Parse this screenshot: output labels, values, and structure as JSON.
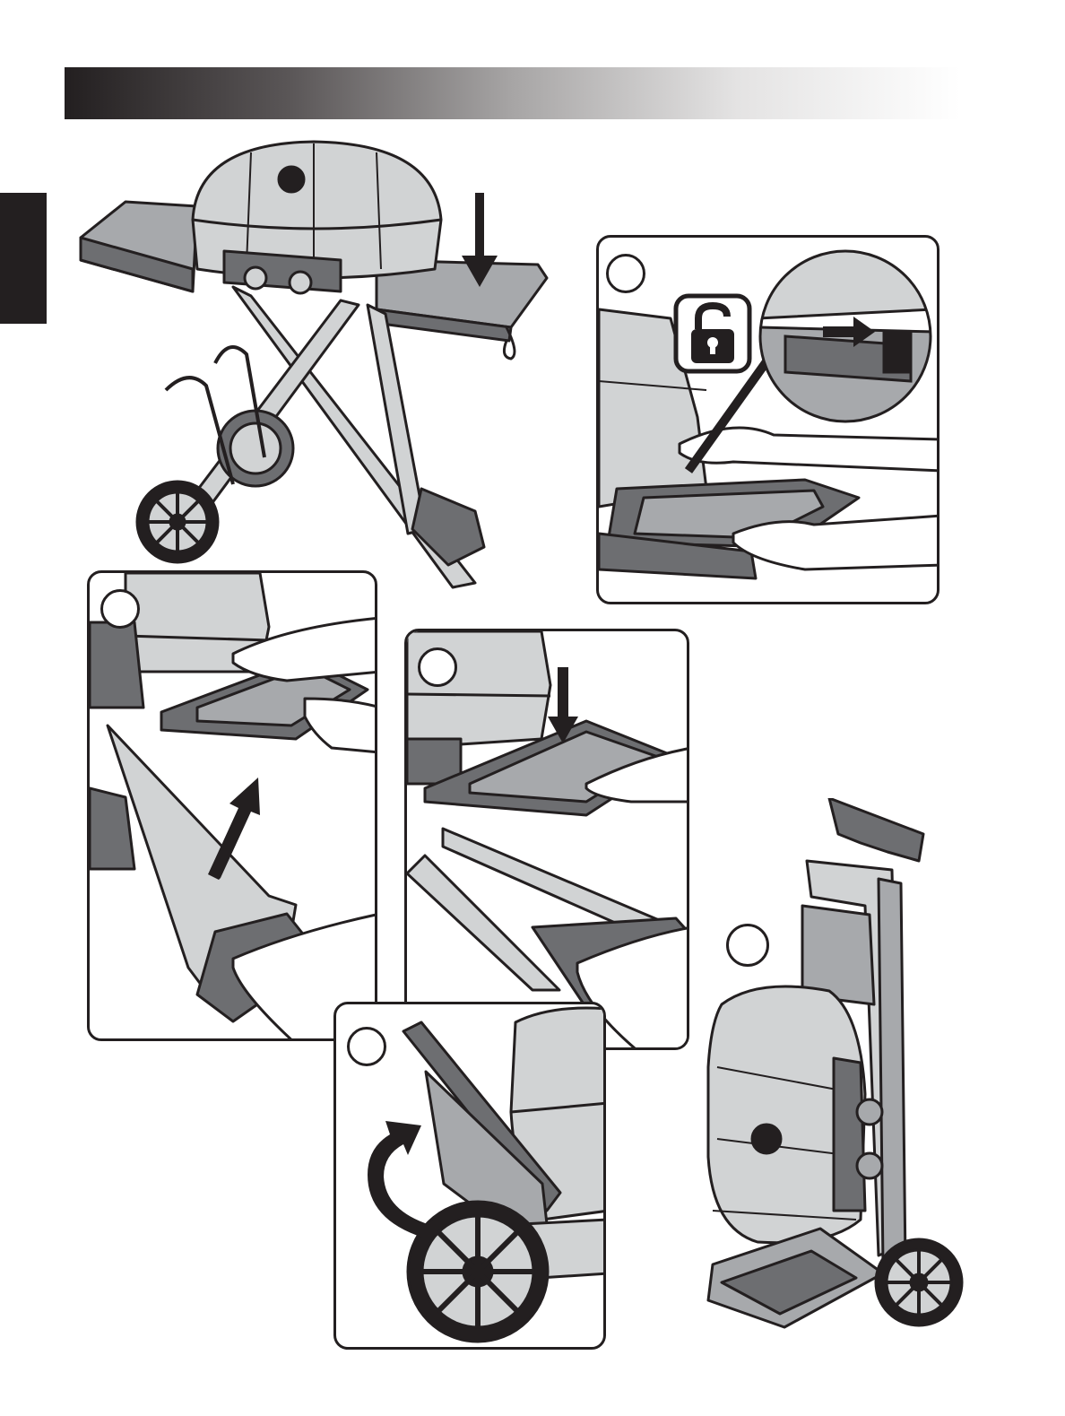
{
  "colors": {
    "ink": "#231f20",
    "steel_dark": "#6d6e71",
    "steel_mid": "#a7a9ac",
    "steel_light": "#d1d3d4",
    "skin": "#ffffff"
  },
  "icons": {
    "unlock": "unlock-icon",
    "arrow_down": "arrow-down-icon",
    "arrow_up": "arrow-up-icon",
    "arrow_right": "arrow-right-icon",
    "arrow_curved": "curved-arrow-icon"
  },
  "steps": [
    {
      "panel": "step-1",
      "label": ""
    },
    {
      "panel": "step-2",
      "label": ""
    },
    {
      "panel": "step-3",
      "label": ""
    },
    {
      "panel": "step-4",
      "label": ""
    },
    {
      "panel": "step-5",
      "label": ""
    }
  ]
}
